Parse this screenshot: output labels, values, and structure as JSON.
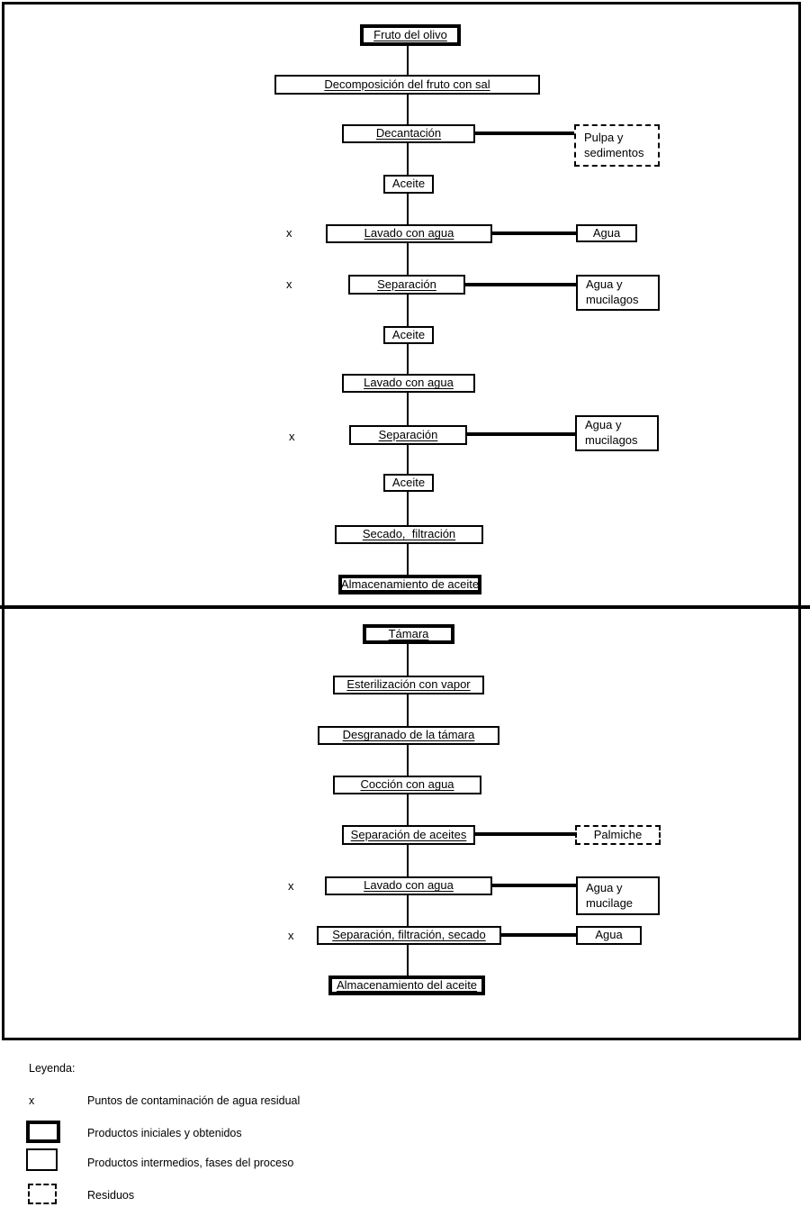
{
  "flow1": {
    "title_node": "Fruto del olivo",
    "contamination_marker": "x",
    "nodes": {
      "fruto": "Fruto del olivo",
      "decomposicion": "Decomposición del fruto con sal",
      "decantacion": "Decantación",
      "aceite_1": "Aceite",
      "lavado_1": "Lavado con agua",
      "separacion_1": "Separación",
      "aceite_2": "Aceite",
      "lavado_2": "Lavado con agua",
      "separacion_2": "Separación",
      "aceite_3": "Aceite",
      "secado_filtracion": "Secado,  filtración",
      "almacenamiento": "Almacenamiento de aceite"
    },
    "residues": {
      "pulpa": "Pulpa y\nsedimentos",
      "agua": "Agua",
      "agua_mucilagos_1": "Agua y\nmucilagos",
      "agua_mucilagos_2": "Agua y\nmucilagos"
    }
  },
  "flow2": {
    "contamination_marker": "x",
    "nodes": {
      "tamara": "Támara",
      "esterilizacion": "Esterilización con vapor",
      "desgranado": "Desgranado de la támara",
      "coccion": "Cocción con agua",
      "separacion_aceites": "Separación de aceites",
      "lavado": "Lavado con agua",
      "separacion_filtracion_secado": "Separación, filtración, secado",
      "almacenamiento": "Almacenamiento del aceite"
    },
    "residues": {
      "palmiche": "Palmiche",
      "agua_mucilage": "Agua y\nmucilage",
      "agua": "Agua"
    }
  },
  "legend": {
    "title": "Leyenda:",
    "items": [
      {
        "symbol": "x",
        "label": "Puntos de contaminación de agua residual"
      },
      {
        "symbol": "bold-box",
        "label": "Productos iniciales y obtenidos"
      },
      {
        "symbol": "box",
        "label": "Productos intermedios, fases del proceso"
      },
      {
        "symbol": "dashed-box",
        "label": "Residuos"
      }
    ]
  },
  "colors": {
    "ink": "#000000",
    "background": "#ffffff"
  }
}
